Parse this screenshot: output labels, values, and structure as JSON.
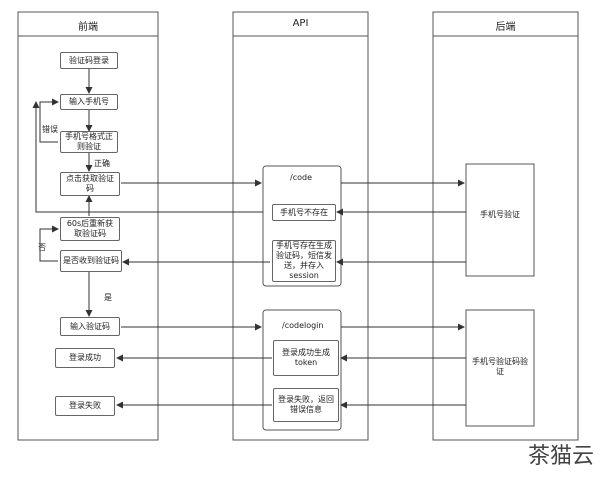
{
  "lanes": {
    "frontend": "前端",
    "api": "API",
    "backend": "后端"
  },
  "frontend": {
    "sms_login": "验证码登录",
    "input_phone": "输入手机号",
    "phone_format_check": "手机号格式正则验证",
    "click_get_code": "点击获取验证码",
    "resend_60s": "60s后重新获取验证码",
    "received_code": "是否收到验证码",
    "input_code": "输入验证码",
    "login_success": "登录成功",
    "login_fail": "登录失败"
  },
  "api": {
    "code_endpoint": "/code",
    "phone_not_exist": "手机号不存在",
    "phone_exists_msg": "手机号存在生成验证码，短信发送，并存入session",
    "codelogin_endpoint": "/codelogin",
    "login_success_token": "登录成功生成token",
    "login_fail_msg": "登录失败，返回错误信息"
  },
  "backend": {
    "phone_verify": "手机号验证",
    "phone_code_verify": "手机号验证码验证"
  },
  "edge_labels": {
    "error": "错误",
    "correct": "正确",
    "no": "否",
    "yes": "是"
  },
  "watermark": "茶猫云"
}
